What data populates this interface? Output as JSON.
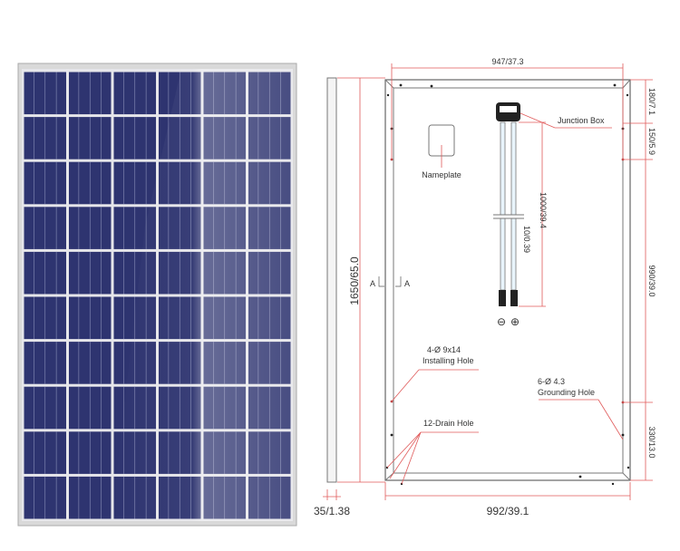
{
  "front_view": {
    "columns": 6,
    "rows": 10,
    "cell_color": "#2e3470",
    "frame_color": "#c8c8c8"
  },
  "side_view": {
    "thickness_label": "35/1.38",
    "length_label": "1650/65.0",
    "section_left": "A",
    "section_right": "A"
  },
  "back_view": {
    "top_width_label": "947/37.3",
    "bottom_width_label": "992/39.1",
    "right_top_label": "180/7.1",
    "right_second_label": "150/5.9",
    "right_middle_label": "990/39.0",
    "right_bottom_label": "330/13.0",
    "junction_box_label": "Junction Box",
    "nameplate_label": "Nameplate",
    "cable_length_label": "1000/39.4",
    "cable_gap_label": "10/0.39",
    "negative_symbol": "⊖",
    "positive_symbol": "⊕",
    "installing_hole_spec": "4-Ø 9x14",
    "installing_hole_label": "Installing  Hole",
    "grounding_hole_spec": "6-Ø 4.3",
    "grounding_hole_label": "Grounding Hole",
    "drain_hole_label": "12-Drain Hole"
  }
}
